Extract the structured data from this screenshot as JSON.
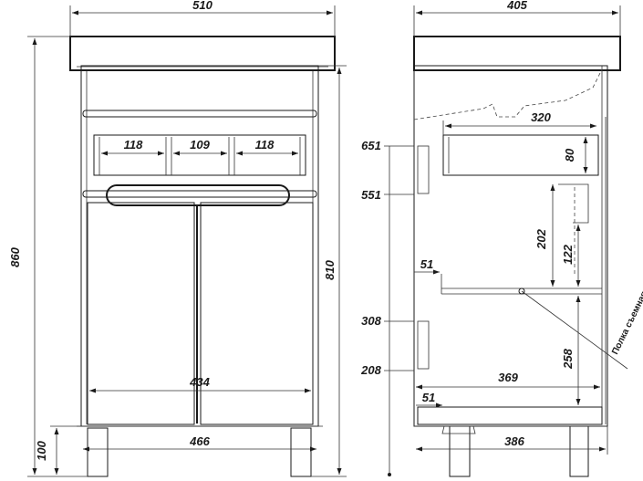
{
  "front_view": {
    "overall_width": "510",
    "basin_width": "466",
    "inner_width": "434",
    "drawer_widths": [
      "118",
      "109",
      "118"
    ],
    "overall_height": "860",
    "body_height": "810",
    "leg_height": "100"
  },
  "side_view": {
    "overall_depth": "405",
    "body_depth": "386",
    "shelf_depth": "369",
    "niche_depth": "320",
    "edge_offset_upper": "51",
    "edge_offset_lower": "51",
    "niche_height": "80",
    "compartment_height": "202",
    "opening_height": "122",
    "lower_height": "258",
    "level_651": "651",
    "level_551": "551",
    "level_308": "308",
    "level_208": "208",
    "shelf_label": "Полка съемная"
  }
}
